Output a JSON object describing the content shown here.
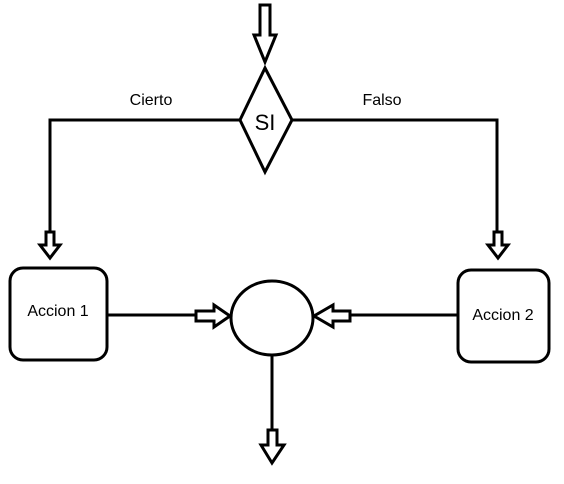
{
  "diagram": {
    "decision_label": "SI",
    "true_branch_label": "Cierto",
    "false_branch_label": "Falso",
    "action_1_label": "Accion 1",
    "action_2_label": "Accion 2"
  },
  "colors": {
    "stroke": "#000000",
    "background": "#ffffff"
  },
  "shapes": {
    "decision": "diamond",
    "actions": "rounded-rectangle",
    "join": "circle",
    "arrows": "hollow-double-line-arrow"
  }
}
